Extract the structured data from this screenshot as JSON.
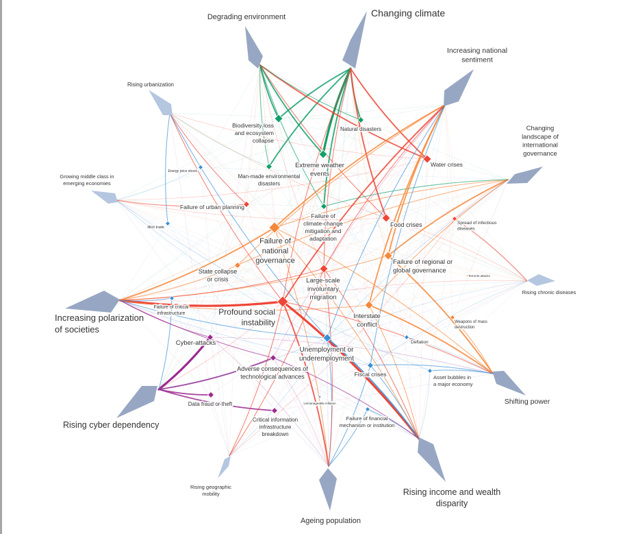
{
  "colors": {
    "driver": "#97a7c3",
    "driver_light": "#b4c6e0",
    "environmental": "#12a06a",
    "societal": "#ef4537",
    "geopolitical": "#f4883a",
    "economic": "#3b8fd5",
    "technological": "#9c2a8f"
  },
  "drivers": [
    {
      "id": "changing-climate",
      "label": [
        "Changing climate"
      ],
      "size": "large"
    },
    {
      "id": "degrading-environment",
      "label": [
        "Degrading environment"
      ],
      "size": "medium"
    },
    {
      "id": "rising-urbanization",
      "label": [
        "Rising urbanization"
      ],
      "size": "small"
    },
    {
      "id": "growing-middle-class",
      "label": [
        "Growing middle class in",
        "emerging economies"
      ],
      "size": "small"
    },
    {
      "id": "increasing-polarization",
      "label": [
        "Increasing polarization",
        "of societies"
      ],
      "size": "large"
    },
    {
      "id": "rising-cyber-dependency",
      "label": [
        "Rising cyber dependency"
      ],
      "size": "large"
    },
    {
      "id": "rising-geographic-mobility",
      "label": [
        "Rising geographic",
        "mobility"
      ],
      "size": "small"
    },
    {
      "id": "ageing-population",
      "label": [
        "Ageing population"
      ],
      "size": "medium"
    },
    {
      "id": "rising-income-disparity",
      "label": [
        "Rising income and wealth",
        "disparity"
      ],
      "size": "large"
    },
    {
      "id": "shifting-power",
      "label": [
        "Shifting power"
      ],
      "size": "medium"
    },
    {
      "id": "rising-chronic-diseases",
      "label": [
        "Rising chronic diseases"
      ],
      "size": "small"
    },
    {
      "id": "changing-landscape-governance",
      "label": [
        "Changing",
        "landscape of",
        "international",
        "governance"
      ],
      "size": "medium"
    },
    {
      "id": "increasing-national-sentiment",
      "label": [
        "Increasing national",
        "sentiment"
      ],
      "size": "medium"
    }
  ],
  "risks": [
    {
      "id": "biodiversity-loss",
      "label": [
        "Biodiversity loss",
        "and ecosystem",
        "collapse"
      ],
      "category": "environmental",
      "size": 3
    },
    {
      "id": "natural-disasters",
      "label": [
        "Natural disasters"
      ],
      "category": "environmental",
      "size": 2
    },
    {
      "id": "extreme-weather",
      "label": [
        "Extreme weather",
        "events"
      ],
      "category": "environmental",
      "size": 3
    },
    {
      "id": "man-made-disasters",
      "label": [
        "Man-made environmental",
        "disasters"
      ],
      "category": "environmental",
      "size": 2
    },
    {
      "id": "climate-change-failure",
      "label": [
        "Failure of",
        "climate-change",
        "mitigation and",
        "adaptation"
      ],
      "category": "environmental",
      "size": 2
    },
    {
      "id": "water-crises",
      "label": [
        "Water crises"
      ],
      "category": "societal",
      "size": 3
    },
    {
      "id": "food-crises",
      "label": [
        "Food crises"
      ],
      "category": "societal",
      "size": 3
    },
    {
      "id": "infectious-diseases",
      "label": [
        "Spread of infectious",
        "diseases"
      ],
      "category": "societal",
      "size": 1
    },
    {
      "id": "urban-planning-failure",
      "label": [
        "Failure of urban planning"
      ],
      "category": "societal",
      "size": 2
    },
    {
      "id": "large-scale-migration",
      "label": [
        "Large-scale",
        "involuntary",
        "migration"
      ],
      "category": "societal",
      "size": 3
    },
    {
      "id": "profound-social-instability",
      "label": [
        "Profound social",
        "instability"
      ],
      "category": "societal",
      "size": 4
    },
    {
      "id": "national-governance-failure",
      "label": [
        "Failure of",
        "national",
        "governance"
      ],
      "category": "geopolitical",
      "size": 4
    },
    {
      "id": "state-collapse",
      "label": [
        "State collapse",
        "or crisis"
      ],
      "category": "geopolitical",
      "size": 2
    },
    {
      "id": "regional-governance-failure",
      "label": [
        "Failure of regional or",
        "global governance"
      ],
      "category": "geopolitical",
      "size": 3
    },
    {
      "id": "terrorist-attacks",
      "label": [
        "Terrorist attacks"
      ],
      "category": "geopolitical",
      "size": 0
    },
    {
      "id": "interstate-conflict",
      "label": [
        "Interstate",
        "conflict"
      ],
      "category": "geopolitical",
      "size": 3
    },
    {
      "id": "weapons-mass-destruction",
      "label": [
        "Weapons of mass",
        "destruction"
      ],
      "category": "geopolitical",
      "size": 1
    },
    {
      "id": "energy-price-shock",
      "label": [
        "Energy price shock"
      ],
      "category": "economic",
      "size": 1
    },
    {
      "id": "illicit-trade",
      "label": [
        "Illicit trade"
      ],
      "category": "economic",
      "size": 1
    },
    {
      "id": "critical-infrastructure-failure",
      "label": [
        "Failure of critical",
        "infrastructure"
      ],
      "category": "economic",
      "size": 1
    },
    {
      "id": "unemployment",
      "label": [
        "Unemployment or",
        "underemployment"
      ],
      "category": "economic",
      "size": 3
    },
    {
      "id": "fiscal-crises",
      "label": [
        "Fiscal crises"
      ],
      "category": "economic",
      "size": 2
    },
    {
      "id": "deflation",
      "label": [
        "Deflation"
      ],
      "category": "economic",
      "size": 1
    },
    {
      "id": "asset-bubbles",
      "label": [
        "Asset bubbles in",
        "a major economy"
      ],
      "category": "economic",
      "size": 1
    },
    {
      "id": "unmanageable-inflation",
      "label": [
        "Unmanageable inflation"
      ],
      "category": "economic",
      "size": 0
    },
    {
      "id": "financial-mechanism-failure",
      "label": [
        "Failure of financial",
        "mechanism or institution"
      ],
      "category": "economic",
      "size": 1
    },
    {
      "id": "cyber-attacks",
      "label": [
        "Cyber-attacks"
      ],
      "category": "technological",
      "size": 2
    },
    {
      "id": "adverse-tech-consequences",
      "label": [
        "Adverse consequences of",
        "technological advances"
      ],
      "category": "technological",
      "size": 2
    },
    {
      "id": "data-fraud",
      "label": [
        "Data fraud or theft"
      ],
      "category": "technological",
      "size": 2
    },
    {
      "id": "critical-information-breakdown",
      "label": [
        "Critical information",
        "infrastructure",
        "breakdown"
      ],
      "category": "technological",
      "size": 2
    }
  ],
  "links": [
    [
      "changing-climate",
      "extreme-weather",
      3
    ],
    [
      "changing-climate",
      "biodiversity-loss",
      2
    ],
    [
      "changing-climate",
      "man-made-disasters",
      2
    ],
    [
      "changing-climate",
      "natural-disasters",
      2
    ],
    [
      "changing-climate",
      "climate-change-failure",
      2
    ],
    [
      "changing-climate",
      "water-crises",
      2
    ],
    [
      "changing-climate",
      "food-crises",
      2
    ],
    [
      "changing-climate",
      "large-scale-migration",
      1
    ],
    [
      "changing-climate",
      "profound-social-instability",
      1
    ],
    [
      "changing-climate",
      "regional-governance-failure",
      0
    ],
    [
      "degrading-environment",
      "biodiversity-loss",
      2
    ],
    [
      "degrading-environment",
      "extreme-weather",
      2
    ],
    [
      "degrading-environment",
      "man-made-disasters",
      1
    ],
    [
      "degrading-environment",
      "climate-change-failure",
      1
    ],
    [
      "degrading-environment",
      "water-crises",
      2
    ],
    [
      "degrading-environment",
      "food-crises",
      1
    ],
    [
      "degrading-environment",
      "natural-disasters",
      1
    ],
    [
      "degrading-environment",
      "large-scale-migration",
      0
    ],
    [
      "rising-urbanization",
      "urban-planning-failure",
      1
    ],
    [
      "rising-urbanization",
      "man-made-disasters",
      0
    ],
    [
      "rising-urbanization",
      "water-crises",
      0
    ],
    [
      "rising-urbanization",
      "profound-social-instability",
      1
    ],
    [
      "rising-urbanization",
      "unemployment",
      1
    ],
    [
      "rising-urbanization",
      "food-crises",
      0
    ],
    [
      "rising-urbanization",
      "illicit-trade",
      1
    ],
    [
      "growing-middle-class",
      "urban-planning-failure",
      1
    ],
    [
      "growing-middle-class",
      "energy-price-shock",
      0
    ],
    [
      "growing-middle-class",
      "food-crises",
      0
    ],
    [
      "growing-middle-class",
      "water-crises",
      0
    ],
    [
      "growing-middle-class",
      "asset-bubbles",
      0
    ],
    [
      "growing-middle-class",
      "fiscal-crises",
      0
    ],
    [
      "increasing-polarization",
      "profound-social-instability",
      3
    ],
    [
      "increasing-polarization",
      "national-governance-failure",
      2
    ],
    [
      "increasing-polarization",
      "state-collapse",
      1
    ],
    [
      "increasing-polarization",
      "regional-governance-failure",
      1
    ],
    [
      "increasing-polarization",
      "large-scale-migration",
      1
    ],
    [
      "increasing-polarization",
      "unemployment",
      1
    ],
    [
      "increasing-polarization",
      "cyber-attacks",
      1
    ],
    [
      "increasing-polarization",
      "adverse-tech-consequences",
      1
    ],
    [
      "increasing-polarization",
      "interstate-conflict",
      1
    ],
    [
      "increasing-polarization",
      "fiscal-crises",
      0
    ],
    [
      "increasing-polarization",
      "critical-infrastructure-failure",
      1
    ],
    [
      "rising-cyber-dependency",
      "cyber-attacks",
      3
    ],
    [
      "rising-cyber-dependency",
      "adverse-tech-consequences",
      2
    ],
    [
      "rising-cyber-dependency",
      "data-fraud",
      2
    ],
    [
      "rising-cyber-dependency",
      "critical-information-breakdown",
      2
    ],
    [
      "rising-cyber-dependency",
      "unemployment",
      0
    ],
    [
      "rising-cyber-dependency",
      "critical-infrastructure-failure",
      1
    ],
    [
      "rising-cyber-dependency",
      "profound-social-instability",
      0
    ],
    [
      "rising-geographic-mobility",
      "profound-social-instability",
      1
    ],
    [
      "rising-geographic-mobility",
      "infectious-diseases",
      0
    ],
    [
      "rising-geographic-mobility",
      "large-scale-migration",
      1
    ],
    [
      "rising-geographic-mobility",
      "unemployment",
      0
    ],
    [
      "ageing-population",
      "profound-social-instability",
      2
    ],
    [
      "ageing-population",
      "fiscal-crises",
      1
    ],
    [
      "ageing-population",
      "unemployment",
      1
    ],
    [
      "ageing-population",
      "large-scale-migration",
      1
    ],
    [
      "ageing-population",
      "financial-mechanism-failure",
      1
    ],
    [
      "ageing-population",
      "adverse-tech-consequences",
      0
    ],
    [
      "ageing-population",
      "national-governance-failure",
      1
    ],
    [
      "ageing-population",
      "cyber-attacks",
      0
    ],
    [
      "rising-income-disparity",
      "profound-social-instability",
      3
    ],
    [
      "rising-income-disparity",
      "unemployment",
      2
    ],
    [
      "rising-income-disparity",
      "fiscal-crises",
      1
    ],
    [
      "rising-income-disparity",
      "national-governance-failure",
      1
    ],
    [
      "rising-income-disparity",
      "large-scale-migration",
      1
    ],
    [
      "rising-income-disparity",
      "financial-mechanism-failure",
      1
    ],
    [
      "rising-income-disparity",
      "adverse-tech-consequences",
      1
    ],
    [
      "rising-income-disparity",
      "asset-bubbles",
      0
    ],
    [
      "rising-income-disparity",
      "interstate-conflict",
      1
    ],
    [
      "shifting-power",
      "interstate-conflict",
      2
    ],
    [
      "shifting-power",
      "regional-governance-failure",
      2
    ],
    [
      "shifting-power",
      "national-governance-failure",
      1
    ],
    [
      "shifting-power",
      "weapons-mass-destruction",
      1
    ],
    [
      "shifting-power",
      "profound-social-instability",
      1
    ],
    [
      "shifting-power",
      "asset-bubbles",
      1
    ],
    [
      "shifting-power",
      "fiscal-crises",
      1
    ],
    [
      "shifting-power",
      "cyber-attacks",
      0
    ],
    [
      "shifting-power",
      "deflation",
      0
    ],
    [
      "rising-chronic-diseases",
      "fiscal-crises",
      0
    ],
    [
      "rising-chronic-diseases",
      "infectious-diseases",
      1
    ],
    [
      "rising-chronic-diseases",
      "profound-social-instability",
      0
    ],
    [
      "rising-chronic-diseases",
      "unemployment",
      0
    ],
    [
      "rising-chronic-diseases",
      "food-crises",
      0
    ],
    [
      "changing-landscape-governance",
      "regional-governance-failure",
      2
    ],
    [
      "changing-landscape-governance",
      "interstate-conflict",
      1
    ],
    [
      "changing-landscape-governance",
      "national-governance-failure",
      1
    ],
    [
      "changing-landscape-governance",
      "state-collapse",
      1
    ],
    [
      "changing-landscape-governance",
      "climate-change-failure",
      1
    ],
    [
      "changing-landscape-governance",
      "infectious-diseases",
      0
    ],
    [
      "changing-landscape-governance",
      "unemployment",
      0
    ],
    [
      "increasing-national-sentiment",
      "national-governance-failure",
      2
    ],
    [
      "increasing-national-sentiment",
      "regional-governance-failure",
      2
    ],
    [
      "increasing-national-sentiment",
      "interstate-conflict",
      2
    ],
    [
      "increasing-national-sentiment",
      "profound-social-instability",
      2
    ],
    [
      "increasing-national-sentiment",
      "large-scale-migration",
      1
    ],
    [
      "increasing-national-sentiment",
      "state-collapse",
      1
    ],
    [
      "increasing-national-sentiment",
      "unemployment",
      1
    ],
    [
      "increasing-national-sentiment",
      "fiscal-crises",
      1
    ],
    [
      "increasing-national-sentiment",
      "adverse-tech-consequences",
      0
    ]
  ]
}
